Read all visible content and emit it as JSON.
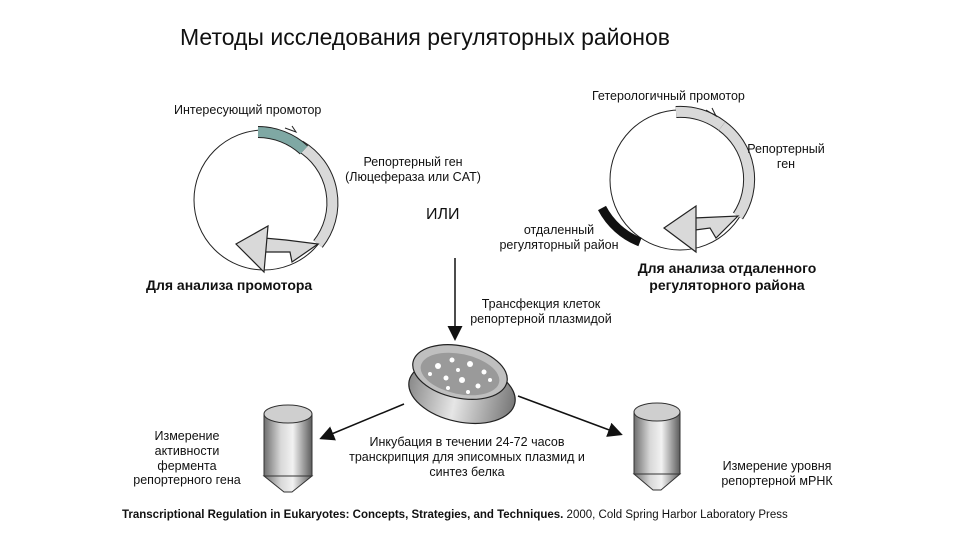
{
  "title": "Методы исследования регуляторных районов",
  "left_plasmid": {
    "promoter_label": "Интересующий промотор",
    "reporter_label": "Репортерный ген (Люцефераза или CAT)",
    "reporter_label_line1": "Репортерный ген",
    "reporter_label_line2": "(Люцефераза или CAT)",
    "caption": "Для анализа промотора"
  },
  "or_label": "ИЛИ",
  "right_plasmid": {
    "promoter_label": "Гетерологичный промотор",
    "reporter_label_line1": "Репортерный",
    "reporter_label_line2": "ген",
    "distal_label_line1": "отдаленный",
    "distal_label_line2": "регуляторный район",
    "caption_line1": "Для анализа отдаленного",
    "caption_line2": "регуляторного района"
  },
  "transfection_line1": "Трансфекция клеток",
  "transfection_line2": "репортерной плазмидой",
  "incubation_line1": "Инкубация в течении 24-72 часов",
  "incubation_line2": "транскрипция для эписомных плазмид и",
  "incubation_line3": "синтез белка",
  "left_tube_label": [
    "Измерение",
    "активности",
    "фермента",
    "репортерного гена"
  ],
  "right_tube_label_line1": "Измерение уровня",
  "right_tube_label_line2": "репортерной мРНК",
  "citation_bold": "Transcriptional Regulation in Eukaryotes: Concepts, Strategies, and Techniques.",
  "citation_rest": " 2000, Cold Spring Harbor Laboratory Press",
  "colors": {
    "promoter_fill": "#7fa8a4",
    "arrow_fill": "#d9d9d9",
    "dark_segment": "#1a1a1a",
    "outline": "#333333"
  }
}
